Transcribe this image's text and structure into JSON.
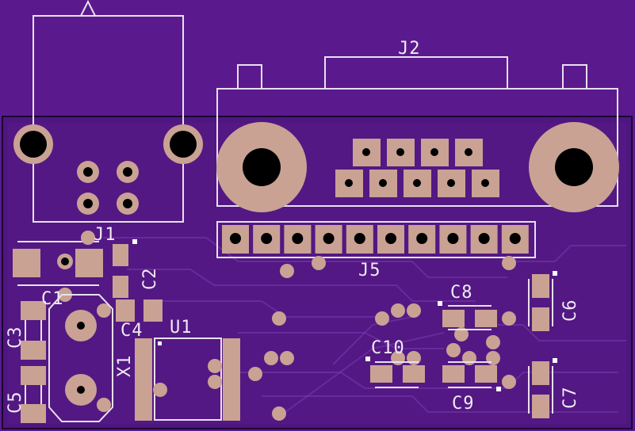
{
  "board": {
    "colors": {
      "board_background": "#5a1a8e",
      "board_fill": "#4e1680",
      "copper_pad": "#c9a294",
      "silkscreen": "#e8e0ee",
      "drill": "#000000"
    },
    "components": {
      "j1": "J1",
      "j2": "J2",
      "j5": "J5",
      "u1": "U1",
      "x1": "X1",
      "c1": "C1",
      "c2": "C2",
      "c3": "C3",
      "c4": "C4",
      "c5": "C5",
      "c6": "C6",
      "c7": "C7",
      "c8": "C8",
      "c9": "C9",
      "c10": "C10"
    }
  }
}
